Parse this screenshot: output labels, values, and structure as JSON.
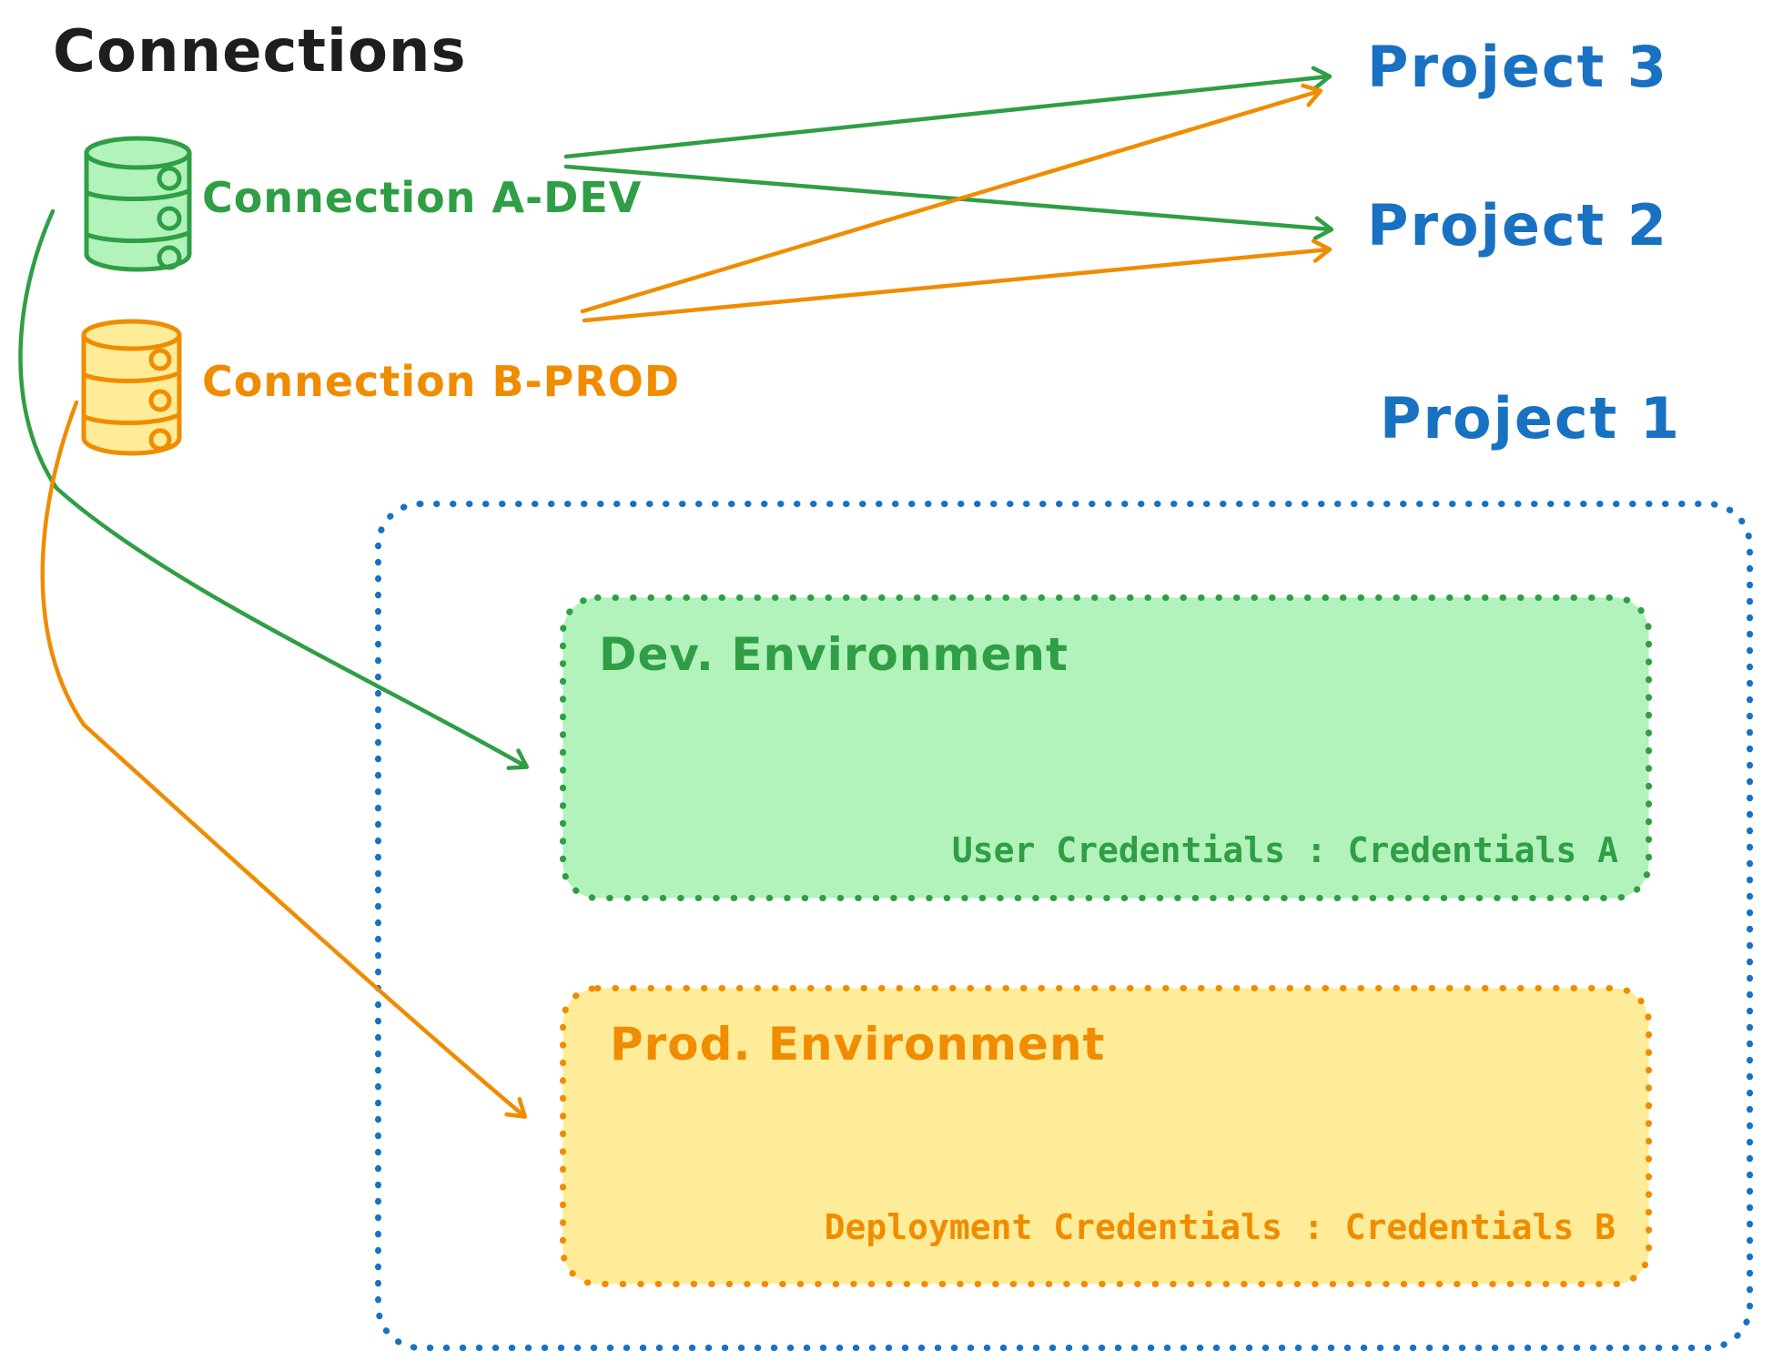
{
  "title": "Connections",
  "colors": {
    "ink": "#1e1e1e",
    "blue": "#1971c2",
    "green": "#2f9e44",
    "green_fill": "#b2f2bb",
    "orange": "#f08c00",
    "orange_fill": "#ffec99"
  },
  "connections": [
    {
      "label": "Connection A-DEV",
      "color": "#2f9e44",
      "icon": "database-cylinder-icon",
      "arrow_targets": [
        "Project 3",
        "Project 2",
        "Dev. Environment"
      ]
    },
    {
      "label": "Connection B-PROD",
      "color": "#f08c00",
      "icon": "database-cylinder-icon",
      "arrow_targets": [
        "Project 3",
        "Project 2",
        "Prod. Environment"
      ]
    }
  ],
  "projects": [
    {
      "label": "Project 3"
    },
    {
      "label": "Project 2"
    },
    {
      "label": "Project 1"
    }
  ],
  "project1": {
    "environments": [
      {
        "label": "Dev. Environment",
        "credentials": "User Credentials : Credentials A"
      },
      {
        "label": "Prod. Environment",
        "credentials": "Deployment Credentials : Credentials B"
      }
    ]
  }
}
